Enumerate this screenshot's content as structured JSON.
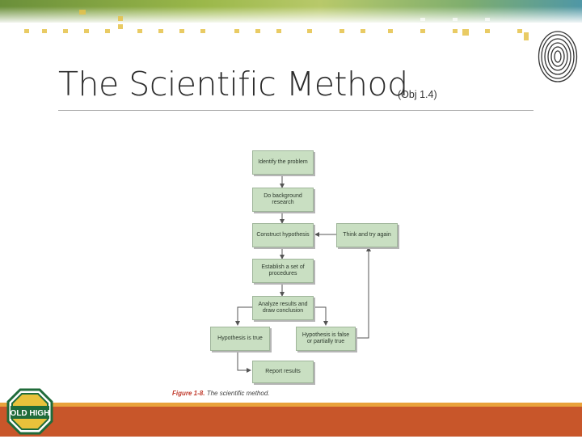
{
  "slide": {
    "title": "The Scientific Method",
    "subtitle": "(Obj 1.4)"
  },
  "diagram": {
    "boxes": {
      "identify": "Identify the problem",
      "background": "Do background research",
      "construct": "Construct hypothesis",
      "establish": "Establish a set of procedures",
      "analyze": "Analyze results and draw conclusion",
      "true": "Hypothesis is true",
      "false": "Hypothesis is false or partially true",
      "think": "Think and try again",
      "report": "Report results"
    },
    "caption": {
      "figure": "Figure 1-8.",
      "text": "The scientific method."
    },
    "colors": {
      "box_fill": "#c9dfc2",
      "box_border": "#9fb59a",
      "arrow": "#555555"
    }
  },
  "logo": {
    "text": "OLD HIGH",
    "icon": "school-logo-icon"
  },
  "decor": {
    "fingerprint_icon": "fingerprint-icon",
    "accent_orange": "#c8562a",
    "accent_yellow": "#e9a23b"
  }
}
